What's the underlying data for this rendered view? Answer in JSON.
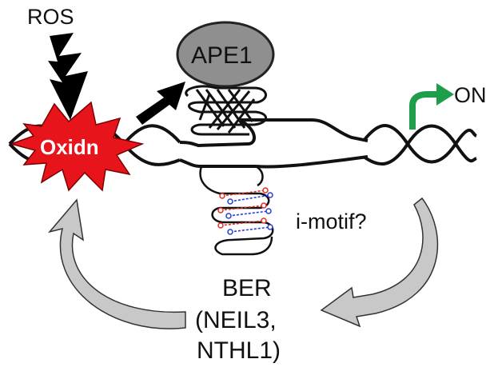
{
  "labels": {
    "ros": "ROS",
    "oxidn": "Oxidn",
    "ape1": "APE1",
    "on": "ON",
    "imotif": "i-motif?",
    "ber_line1": "BER",
    "ber_line2": "(NEIL3,",
    "ber_line3": "NTHL1)"
  },
  "colors": {
    "oxidation_star": "#e8141b",
    "ape1_fill": "#8f8f8f",
    "on_arrow": "#1e9e4a",
    "cycle_arrow_fill": "#c8c8c8",
    "dna": "#111111",
    "imotif_red": "#e0302a",
    "imotif_blue": "#2a3fd6"
  }
}
